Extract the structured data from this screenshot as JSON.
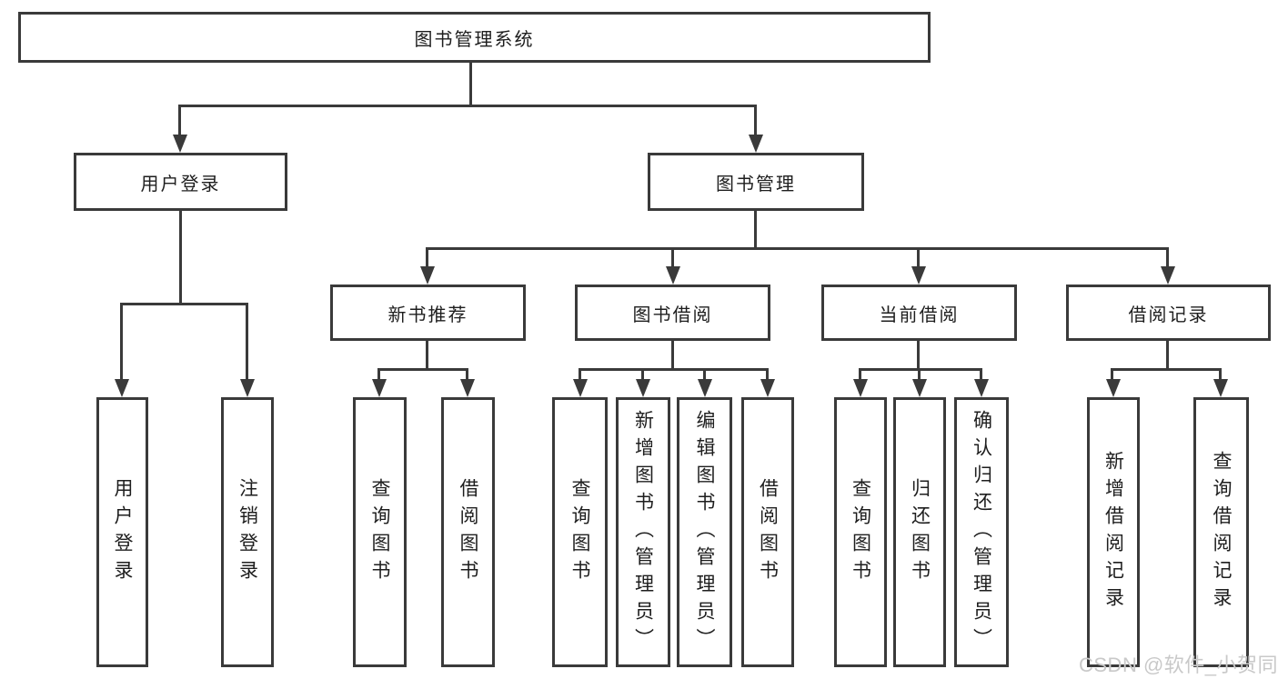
{
  "colors": {
    "line": "#3a3a3a",
    "box_border": "#3a3a3a",
    "text": "#1e1e1e",
    "background": "#ffffff",
    "watermark": "#c9c9c9"
  },
  "tree": {
    "root": {
      "label": "图书管理系统"
    },
    "user_login": {
      "label": "用户登录",
      "children": [
        {
          "label": "用户登录"
        },
        {
          "label": "注销登录"
        }
      ]
    },
    "book_management": {
      "label": "图书管理",
      "children": [
        {
          "label": "新书推荐",
          "children": [
            {
              "label": "查询图书"
            },
            {
              "label": "借阅图书"
            }
          ]
        },
        {
          "label": "图书借阅",
          "children": [
            {
              "label": "查询图书"
            },
            {
              "label": "新增图书（管理员）"
            },
            {
              "label": "编辑图书（管理员）"
            },
            {
              "label": "借阅图书"
            }
          ]
        },
        {
          "label": "当前借阅",
          "children": [
            {
              "label": "查询图书"
            },
            {
              "label": "归还图书"
            },
            {
              "label": "确认归还（管理员）"
            }
          ]
        },
        {
          "label": "借阅记录",
          "children": [
            {
              "label": "新增借阅记录"
            },
            {
              "label": "查询借阅记录"
            }
          ]
        }
      ]
    }
  },
  "watermark": {
    "text": "CSDN @软件_小贺同学"
  }
}
